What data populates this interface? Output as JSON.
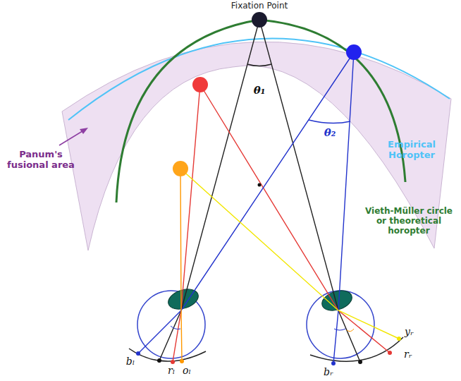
{
  "diagram": {
    "labels": [
      "Fixation Point",
      "Panum's fusional area",
      "Empirical Horopter",
      "Vieth-Müller circle or theoretical horopter",
      "θ₁",
      "θ₂",
      "bₗ",
      "rₗ",
      "oₗ",
      "bᵣ",
      "rᵣ",
      "yᵣ"
    ]
  }
}
